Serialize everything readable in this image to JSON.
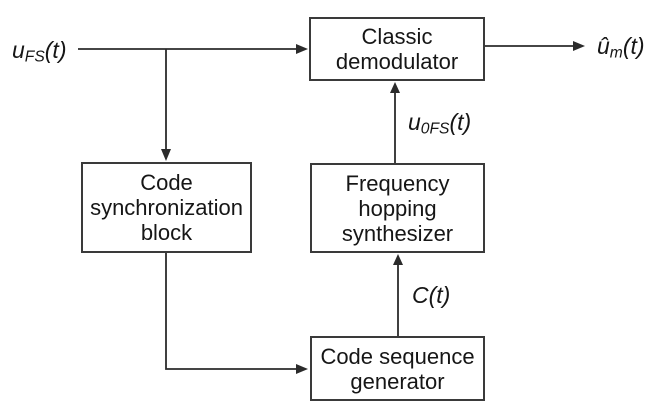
{
  "blocks": {
    "classic_demodulator": {
      "label": "Classic\ndemodulator"
    },
    "code_synchronization": {
      "label": "Code\nsynchronization\nblock"
    },
    "frequency_hopping_synthesizer": {
      "label": "Frequency\nhopping\nsynthesizer"
    },
    "code_sequence_generator": {
      "label": "Code sequence\ngenerator"
    }
  },
  "signals": {
    "input": {
      "base": "u",
      "sub": "FS",
      "args": "(t)"
    },
    "output": {
      "base": "û",
      "sub": "m",
      "args": "(t)"
    },
    "synth_output": {
      "base": "u",
      "sub": "0FS",
      "args": "(t)"
    },
    "code_sequence": {
      "base": "C",
      "sub": "",
      "args": "(t)"
    }
  },
  "colors": {
    "line": "#2b2b2b",
    "box_border": "#3a3a3a",
    "text": "#161616",
    "background": "#ffffff"
  }
}
